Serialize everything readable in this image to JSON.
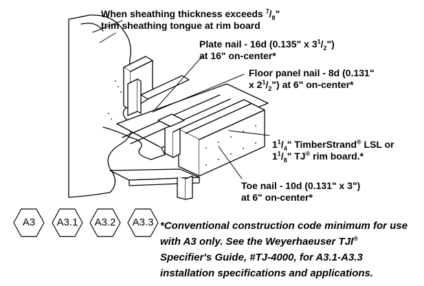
{
  "callouts": {
    "sheathing": {
      "line1_a": "When sheathing thickness exceeds ",
      "line1_frac_num": "7",
      "line1_frac_den": "8",
      "line1_b": "\"",
      "line2": "trim sheathing tongue at rim board"
    },
    "plate_nail": {
      "line1_a": "Plate nail - 16d (0.135\" x 3",
      "line1_frac_num": "1",
      "line1_frac_den": "2",
      "line1_b": "\")",
      "line2": "at 16\" on-center*"
    },
    "floor_panel_nail": {
      "line1": "Floor panel nail - 8d (0.131\"",
      "line2_a": "x 2",
      "line2_frac_num": "1",
      "line2_frac_den": "2",
      "line2_b": "\")  at 6\" on-center*"
    },
    "rim_board": {
      "line1_a": "1",
      "line1_frac_num": "1",
      "line1_frac_den": "4",
      "line1_b": "\" TimberStrand",
      "line1_reg": "®",
      "line1_c": "  LSL or",
      "line2_a": "1",
      "line2_frac_num": "1",
      "line2_frac_den": "8",
      "line2_b": "\" TJ",
      "line2_reg": "®",
      "line2_c": " rim board.*"
    },
    "toe_nail": {
      "line1": "Toe nail - 10d (0.131\" x 3\")",
      "line2": "at 6\" on-center*"
    }
  },
  "hexagons": [
    "A3",
    "A3.1",
    "A3.2",
    "A3.3"
  ],
  "footnote": {
    "line1": "*Conventional construction code minimum for use",
    "line2_a": "with A3 only. See the Weyerhaeuser TJI",
    "line2_reg": "®",
    "line3": "Specifier's Guide, #TJ-4000, for A3.1-A3.3",
    "line4": "installation specifications and applications."
  }
}
